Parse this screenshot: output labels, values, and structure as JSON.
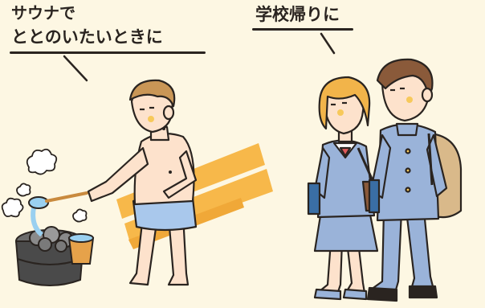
{
  "captions": {
    "sauna_line1": "サウナで",
    "sauna_line2": "ととのいたいときに",
    "school": "学校帰りに"
  },
  "colors": {
    "background": "#fdf7e3",
    "bench": "#f7b84a",
    "skin": "#fde2cc",
    "hair": "#c99656",
    "uniform": "#9ab3d9",
    "stove": "#595959",
    "towel": "#a9c8ec",
    "outline": "#2a2420"
  }
}
